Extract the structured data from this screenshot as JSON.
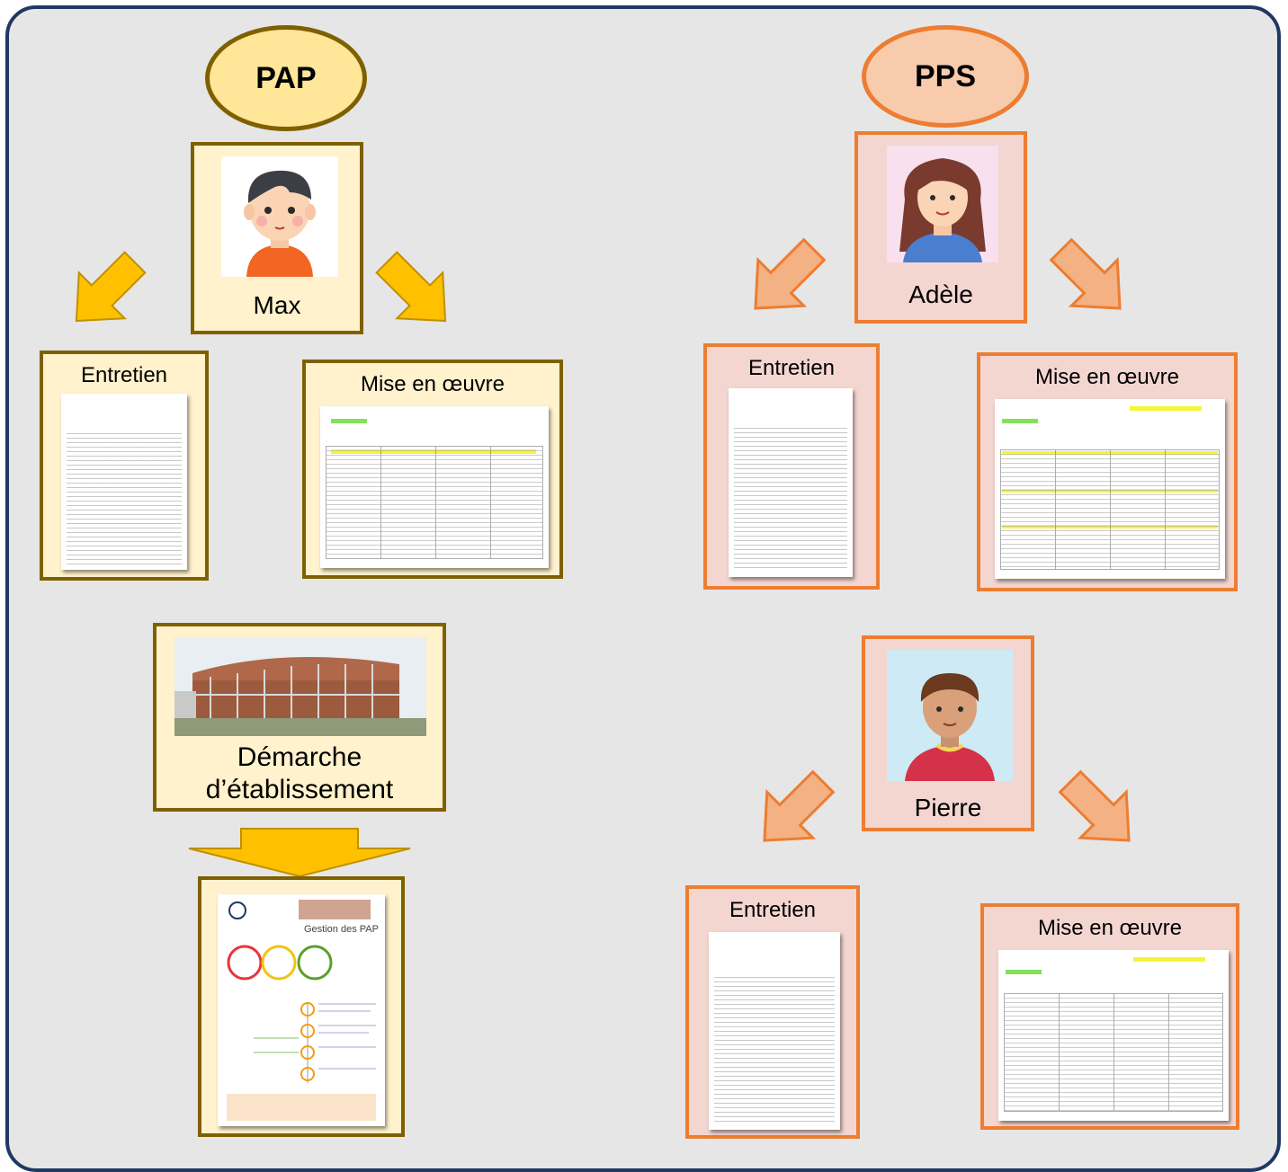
{
  "pap": {
    "label": "PAP"
  },
  "pps": {
    "label": "PPS"
  },
  "students": {
    "max": {
      "name": "Max"
    },
    "adele": {
      "name": "Adèle"
    },
    "pierre": {
      "name": "Pierre"
    }
  },
  "documents": {
    "max_entretien": {
      "title": "Entretien"
    },
    "max_mise_en_oeuvre": {
      "title": "Mise en œuvre"
    },
    "adele_entretien": {
      "title": "Entretien"
    },
    "adele_mise_en_oeuvre": {
      "title": "Mise en œuvre"
    },
    "pierre_entretien": {
      "title": "Entretien"
    },
    "pierre_mise_en_oeuvre": {
      "title": "Mise en œuvre"
    }
  },
  "demarche": {
    "line1": "Démarche",
    "line2": "d’établissement"
  },
  "gestion_doc": {
    "title": "Gestion des PAP"
  },
  "colors": {
    "frame_border": "#1f3864",
    "pap_fill": "#ffe699",
    "pap_border": "#7f6000",
    "pps_fill": "#f8cbad",
    "pps_border": "#ed7d31",
    "pap_arrow": "#ffc000",
    "pps_arrow": "#f4b183"
  }
}
